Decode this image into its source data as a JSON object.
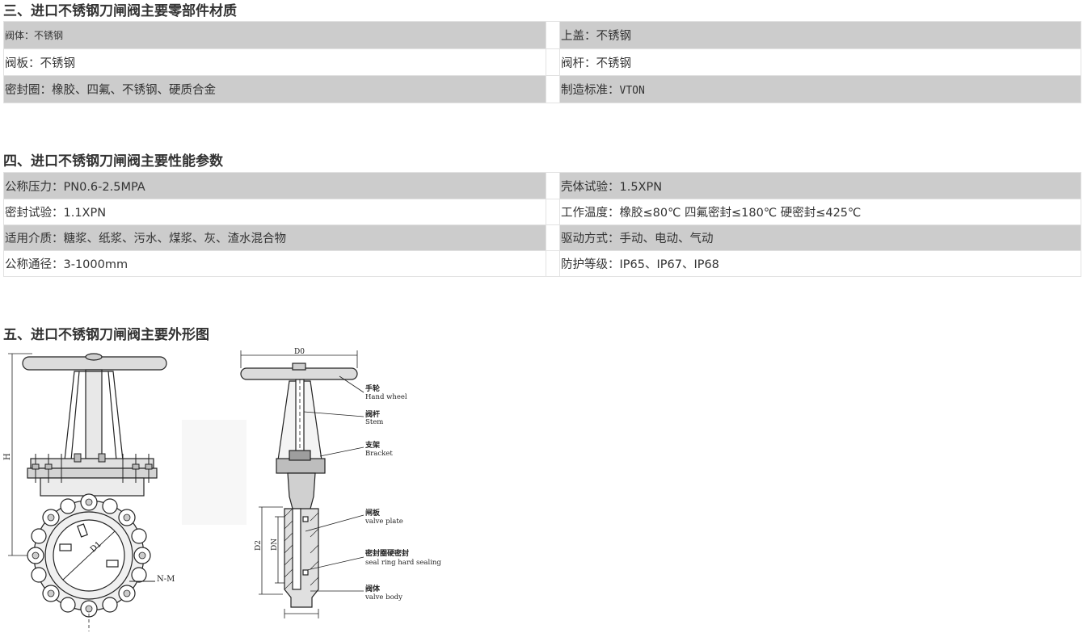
{
  "section3": {
    "title": "三、进口不锈钢刀闸阀主要零部件材质",
    "rows": [
      {
        "left": "阀体：不锈钢",
        "right": "上盖：不锈钢"
      },
      {
        "left": "阀板：不锈钢",
        "right": "阀杆：不锈钢"
      },
      {
        "left": "密封圈：橡胶、四氟、不锈钢、硬质合金",
        "right_prefix": "制造标准：",
        "right_code": "VTON"
      }
    ]
  },
  "section4": {
    "title": "四、进口不锈钢刀闸阀主要性能参数",
    "rows": [
      {
        "left": "公称压力：PN0.6-2.5MPA",
        "right": "壳体试验：1.5XPN"
      },
      {
        "left": "密封试验：1.1XPN",
        "right": "工作温度：橡胶≤80℃ 四氟密封≤180℃  硬密封≤425℃"
      },
      {
        "left": "适用介质：糖浆、纸浆、污水、煤浆、灰、渣水混合物",
        "right": "驱动方式：手动、电动、气动"
      },
      {
        "left": "公称通径：3-1000mm",
        "right": "防护等级：IP65、IP67、IP68"
      }
    ]
  },
  "section5": {
    "title": "五、进口不锈钢刀闸阀主要外形图",
    "dims": {
      "H": "H",
      "D1": "D1",
      "NM": "N-M",
      "D0": "D0",
      "D2": "D2",
      "DN": "DN"
    },
    "parts": [
      {
        "cn": "手轮",
        "en": "Hand wheel"
      },
      {
        "cn": "阀杆",
        "en": "Stem"
      },
      {
        "cn": "支架",
        "en": "Bracket"
      },
      {
        "cn": "闸板",
        "en": "valve plate"
      },
      {
        "cn": "密封圈硬密封",
        "en": "seal ring hard sealing"
      },
      {
        "cn": "阀体",
        "en": "valve body"
      }
    ]
  }
}
